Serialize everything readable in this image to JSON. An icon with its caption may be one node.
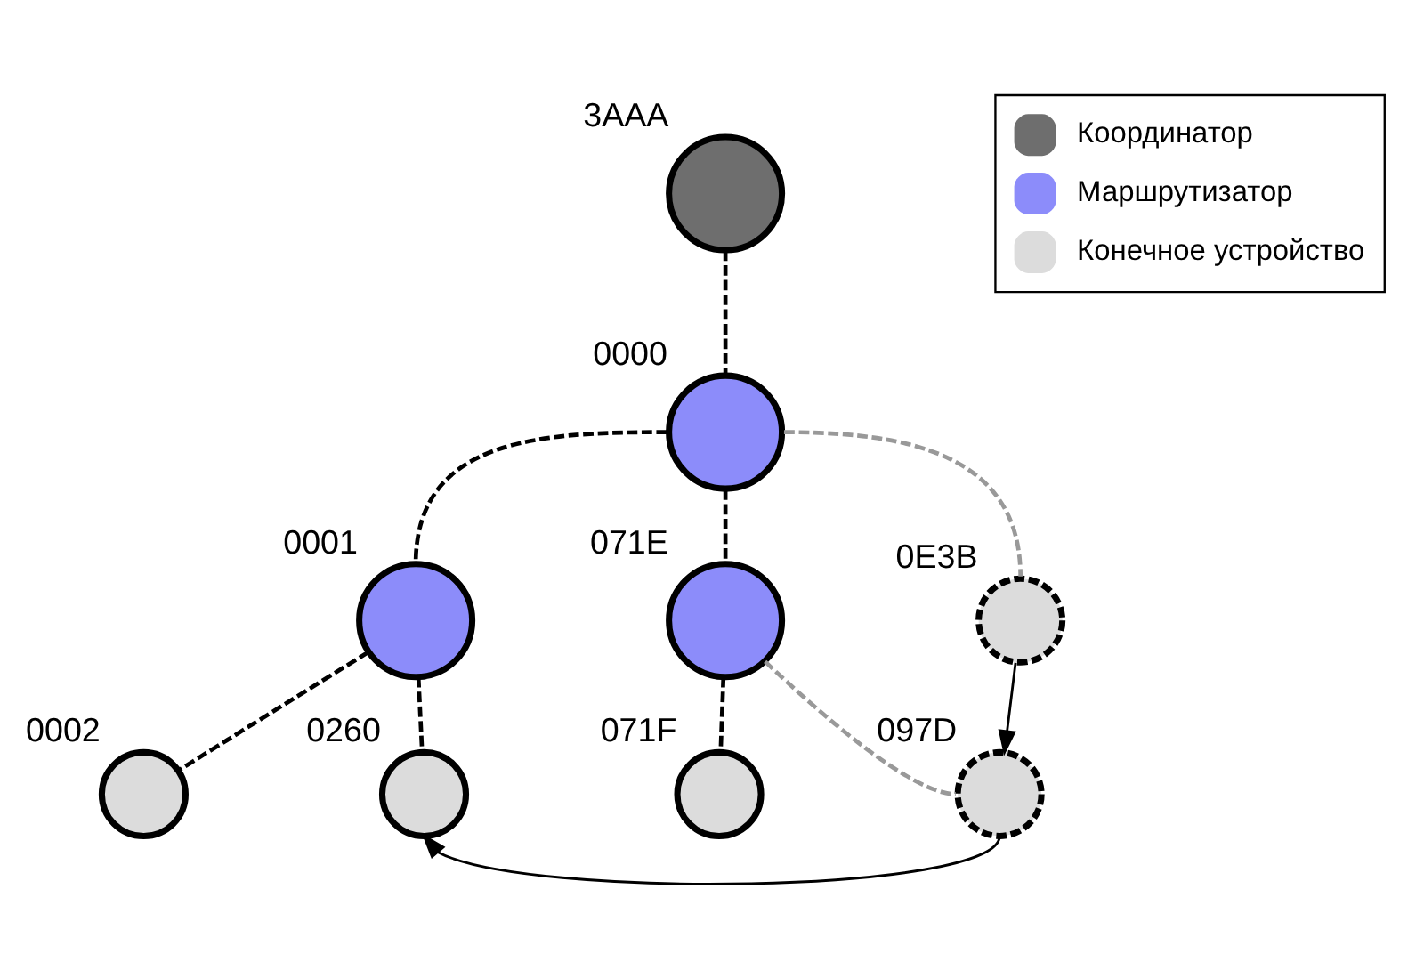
{
  "diagram": {
    "nodes": [
      {
        "text": [],
        "shape": "circle",
        "beside": [
          "3AAA"
        ]
      },
      {
        "text": [],
        "shape": "circle",
        "beside": [
          "0000"
        ]
      },
      {
        "text": [],
        "shape": "circle",
        "beside": [
          "0E3B"
        ]
      },
      {
        "text": [],
        "shape": "circle",
        "beside": [
          "0001"
        ]
      },
      {
        "text": [],
        "shape": "circle",
        "beside": [
          "071E"
        ]
      },
      {
        "text": [],
        "shape": "circle",
        "beside": [
          "0002"
        ]
      },
      {
        "text": [],
        "shape": "circle",
        "beside": [
          "097D"
        ]
      },
      {
        "text": [],
        "shape": "circle",
        "beside": [
          "0260"
        ]
      },
      {
        "text": [],
        "shape": "circle",
        "beside": [
          "071F"
        ]
      }
    ],
    "edges": [
      {
        "from": 0,
        "to": 1,
        "arrow": "none",
        "style": "dashed"
      },
      {
        "from": 1,
        "to": 3,
        "arrow": "none",
        "style": "dashed"
      },
      {
        "from": 1,
        "to": 4,
        "arrow": "none",
        "style": "dashed"
      },
      {
        "from": 1,
        "to": 2,
        "arrow": "none",
        "style": "dashed",
        "color": "#999999"
      },
      {
        "from": 3,
        "to": 5,
        "arrow": "none",
        "style": "dashed"
      },
      {
        "from": 3,
        "to": 7,
        "arrow": "none",
        "style": "dashed"
      },
      {
        "from": 4,
        "to": 8,
        "arrow": "none",
        "style": "dashed"
      },
      {
        "from": 4,
        "to": 6,
        "arrow": "none",
        "style": "dashed",
        "color": "#999999"
      },
      {
        "from": 2,
        "to": 6,
        "arrow": "to"
      },
      {
        "from": 6,
        "to": 7,
        "arrow": "to"
      }
    ],
    "legend": [
      {
        "text": "Координатор",
        "color": "#6e6e6e"
      },
      {
        "text": "Маршрутизатор",
        "color": "#8c8cfa"
      },
      {
        "text": "Конечное устройство",
        "color": "#dcdcdc"
      }
    ]
  }
}
